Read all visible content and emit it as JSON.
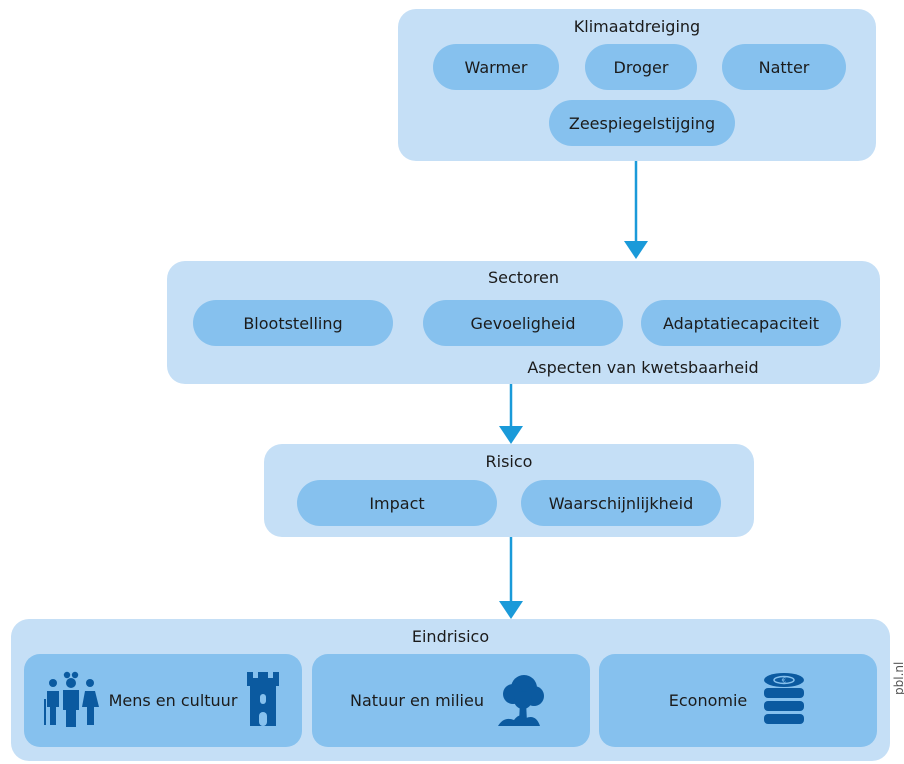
{
  "climate": {
    "title": "Klimaatdreiging",
    "items": [
      "Warmer",
      "Droger",
      "Natter",
      "Zeespiegelstijging"
    ]
  },
  "sectors": {
    "title": "Sectoren",
    "items": [
      "Blootstelling",
      "Gevoeligheid",
      "Adaptatiecapaciteit"
    ],
    "bracket_label": "Aspecten van kwetsbaarheid"
  },
  "risk": {
    "title": "Risico",
    "items": [
      "Impact",
      "Waarschijnlijkheid"
    ]
  },
  "final_risk": {
    "title": "Eindrisico",
    "items": [
      {
        "label": "Mens en cultuur",
        "icon": "people-tower-icon"
      },
      {
        "label": "Natuur en milieu",
        "icon": "tree-icon"
      },
      {
        "label": "Economie",
        "icon": "coin-stack-icon"
      }
    ]
  },
  "credit": "pbl.nl",
  "colors": {
    "panel": "#c5dff6",
    "pill": "#86c1ee",
    "arrow": "#1a9ad9",
    "icon": "#0b5aa0"
  }
}
